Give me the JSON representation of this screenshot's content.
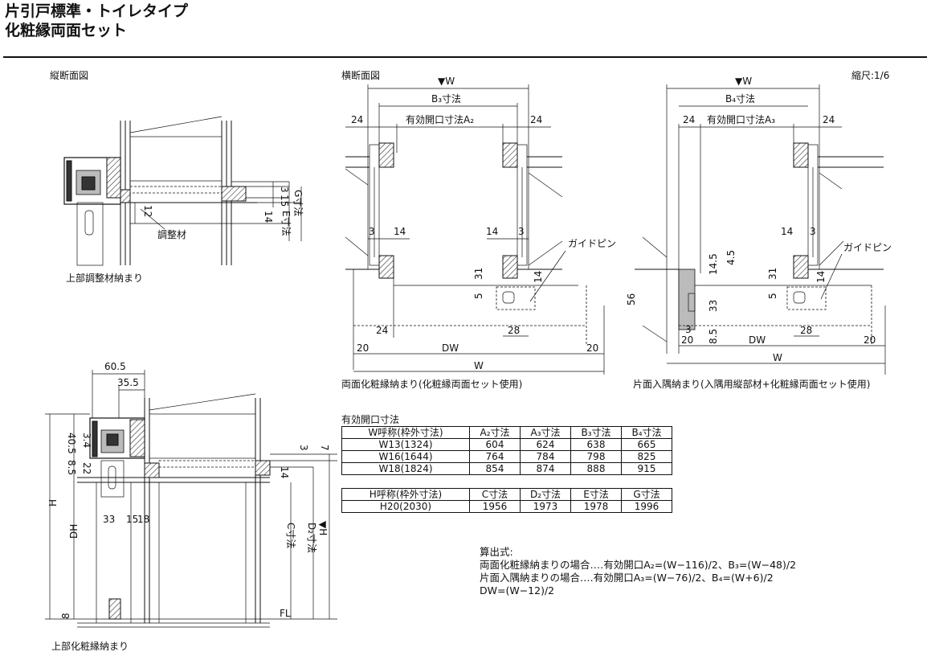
{
  "title": {
    "line1": "片引戸標準・トイレタイプ",
    "line2": "化粧縁両面セット"
  },
  "scale": "縮尺:1/6",
  "views": {
    "vertical_section": "縦断面図",
    "horizontal_section": "横断面図",
    "upper_adjust_caption": "上部調整材納まり",
    "upper_trim_caption": "上部化粧縁納まり",
    "both_trim_caption": "両面化粧縁納まり(化粧縁両面セット使用)",
    "corner_caption": "片面入隅納まり(入隅用縦部材+化粧縁両面セット使用)",
    "adjust_material": "調整材",
    "guide_pin": "ガイドピン",
    "fl": "FL"
  },
  "dims": {
    "w": "W",
    "w_arrow": "▼W",
    "h_arrow": "▼H",
    "b3": "B₃寸法",
    "b4": "B₄寸法",
    "a2": "有効開口寸法A₂",
    "a3": "有効開口寸法A₃",
    "dw": "DW",
    "h": "H",
    "dh": "DH",
    "c": "C寸法",
    "d2": "D₂寸法",
    "e": "E寸法",
    "g": "G寸法",
    "v24": "24",
    "v3": "3",
    "v14": "14",
    "v31": "31",
    "v5": "5",
    "v28": "28",
    "v20": "20",
    "v56": "56",
    "v14_5": "14.5",
    "v4_5": "4.5",
    "v33": "33",
    "v8_5": "8.5",
    "v60_5": "60.5",
    "v35_5": "35.5",
    "v40_5": "40.5",
    "v3_4": "3.4",
    "v22": "22",
    "v7": "7",
    "v15": "15",
    "v18": "18",
    "v12": "12",
    "v8": "8"
  },
  "table1": {
    "caption": "有効開口寸法",
    "headers": [
      "W呼称(枠外寸法)",
      "A₂寸法",
      "A₃寸法",
      "B₃寸法",
      "B₄寸法"
    ],
    "rows": [
      [
        "W13(1324)",
        "604",
        "624",
        "638",
        "665"
      ],
      [
        "W16(1644)",
        "764",
        "784",
        "798",
        "825"
      ],
      [
        "W18(1824)",
        "854",
        "874",
        "888",
        "915"
      ]
    ]
  },
  "table2": {
    "headers": [
      "H呼称(枠外寸法)",
      "C寸法",
      "D₂寸法",
      "E寸法",
      "G寸法"
    ],
    "rows": [
      [
        "H20(2030)",
        "1956",
        "1973",
        "1978",
        "1996"
      ]
    ]
  },
  "formula": {
    "heading": "算出式:",
    "line1": "両面化粧縁納まりの場合‥‥有効開口A₂=(W−116)/2、B₃=(W−48)/2",
    "line2": "片面入隅納まりの場合‥‥有効開口A₃=(W−76)/2、B₄=(W+6)/2",
    "line3": "DW=(W−12)/2"
  }
}
